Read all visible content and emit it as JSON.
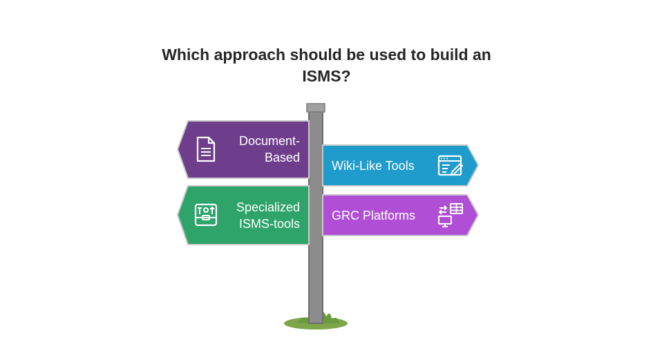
{
  "title": {
    "line1": "Which approach should be used to build an",
    "line2": "ISMS?"
  },
  "signs": [
    {
      "id": "document-based",
      "lines": [
        "Document-",
        "Based"
      ],
      "color": "#6e3e8c",
      "icon": "document-icon"
    },
    {
      "id": "wiki-like-tools",
      "lines": [
        "Wiki-Like Tools"
      ],
      "color": "#1f9ccc",
      "icon": "edit-window-icon"
    },
    {
      "id": "specialized-isms-tools",
      "lines": [
        "Specialized",
        "ISMS-tools"
      ],
      "color": "#2ea36a",
      "icon": "toolbox-icon"
    },
    {
      "id": "grc-platforms",
      "lines": [
        "GRC Platforms"
      ],
      "color": "#b04fd6",
      "icon": "sync-monitor-icon"
    }
  ]
}
